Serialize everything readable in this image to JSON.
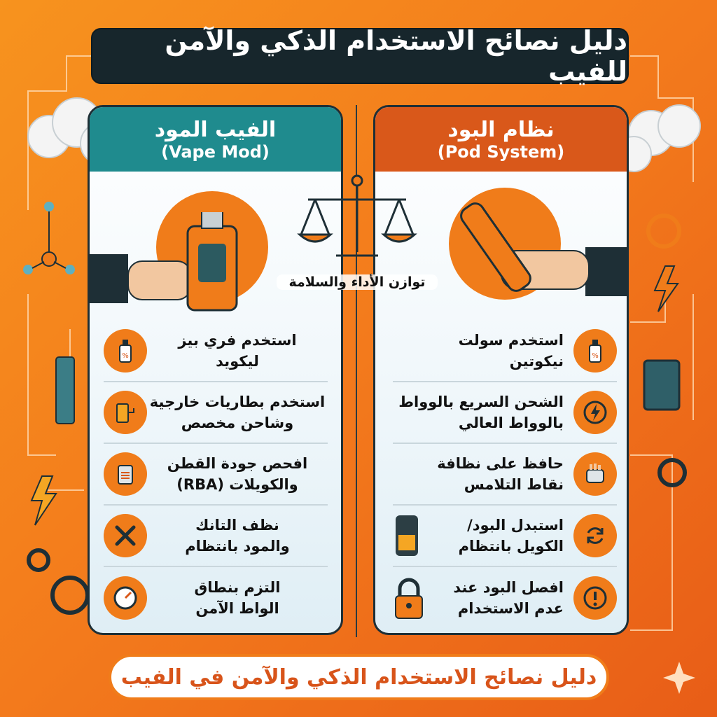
{
  "title": "دليل نصائح الاستخدام الذكي والآمن للفيب",
  "left_panel": {
    "title": "الفيب المود",
    "subtitle": "(Vape Mod)",
    "color": "#1f8b8e",
    "items": [
      {
        "text_1": "استخدم فري بيز",
        "text_2": "ليكويد",
        "icon": "e-liquid-bottle-icon"
      },
      {
        "text_1": "استخدم بطاريات خارجية",
        "text_2": "وشاحن مخصص",
        "icon": "battery-charger-icon"
      },
      {
        "text_1": "افحص جودة القطن",
        "text_2": "والكويلات (RBA)",
        "icon": "rba-coil-icon"
      },
      {
        "text_1": "نظف التانك",
        "text_2": "والمود بانتظام",
        "icon": "wrench-tools-icon"
      },
      {
        "text_1": "التزم بنطاق",
        "text_2": "الواط الآمن",
        "icon": "gauge-icon"
      }
    ]
  },
  "right_panel": {
    "title": "نظام البود",
    "subtitle": "(Pod System)",
    "color": "#d9581a",
    "items": [
      {
        "text_1": "استخدم سولت",
        "text_2": "نيكوتين",
        "icon": "e-liquid-bottle-icon"
      },
      {
        "text_1": "الشحن السريع بالوواط",
        "text_2": "بالوواط العالي",
        "icon": "lightning-icon"
      },
      {
        "text_1": "حافظ على نظافة",
        "text_2": "نقاط التلامس",
        "icon": "cleaning-cloth-icon"
      },
      {
        "text_1": "استبدل البود/",
        "text_2": "الكويل بانتظام",
        "icon": "refresh-icon"
      },
      {
        "text_1": "افصل البود عند",
        "text_2": "عدم الاستخدام",
        "icon": "warning-icon"
      }
    ]
  },
  "center": {
    "caption": "توازن الأداء والسلامة",
    "icon": "balance-scale-icon"
  },
  "footer": "دليل نصائح الاستخدام الذكي والآمن في الفيب",
  "colors": {
    "background": "#f37a1c",
    "accent": "#f07c1a",
    "title_bg": "#17262c"
  }
}
